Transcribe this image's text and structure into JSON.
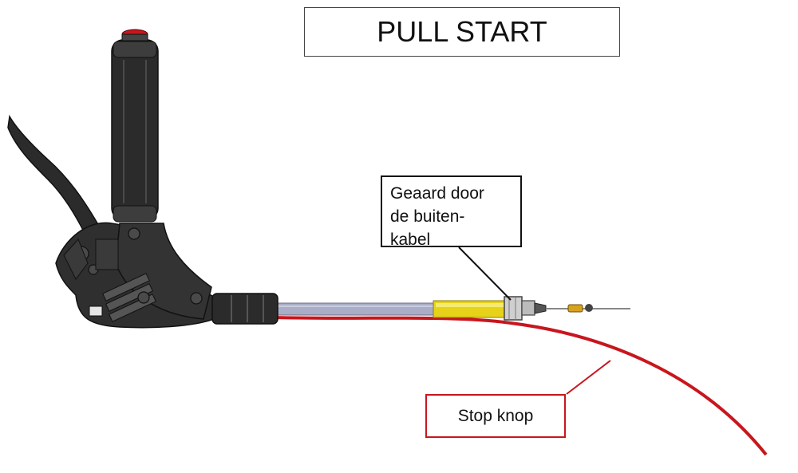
{
  "title": "PULL START",
  "callouts": {
    "outer_cable": [
      "Geaard door",
      "de buiten-",
      "kabel"
    ],
    "stop_button": "Stop knop"
  },
  "colors": {
    "stop_wire": "#c8161d",
    "handle": "#2b2b2b",
    "cable_sleeve": "#a9aec6",
    "yellow_ferrule": "#e7d21a",
    "callout_red_border": "#c8161d"
  }
}
